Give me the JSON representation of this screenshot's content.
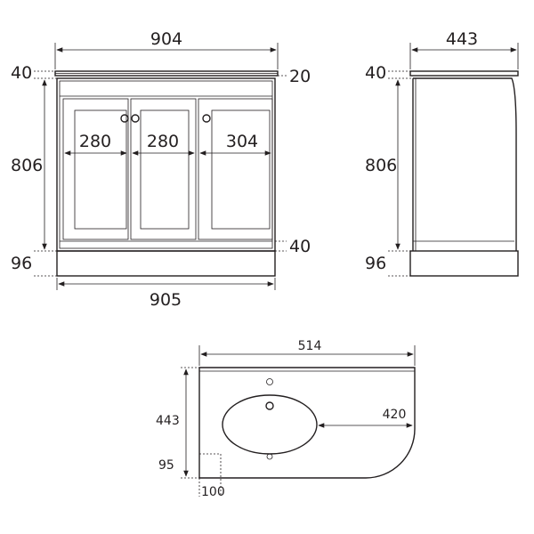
{
  "front_view": {
    "overall_width_top": "904",
    "overall_width_base": "905",
    "top_thickness": "40",
    "top_overhang": "20",
    "body_height": "806",
    "plinth_height": "96",
    "plinth_gap": "40",
    "door_width_left": "280",
    "door_width_middle": "280",
    "door_width_right": "304"
  },
  "side_view": {
    "depth": "443",
    "top_thickness": "40",
    "body_height": "806",
    "plinth_height": "96"
  },
  "plan_view": {
    "width": "514",
    "depth": "443",
    "basin_offset": "420",
    "front_offset": "95",
    "side_offset": "100"
  }
}
